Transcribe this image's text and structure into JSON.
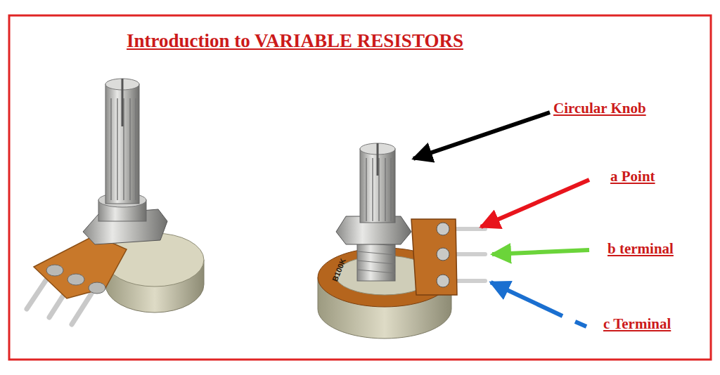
{
  "diagram": {
    "title": "Introduction to VARIABLE RESISTORS",
    "labels": [
      "Circular Knob",
      "a Point",
      "b terminal",
      "c Terminal",
      "B100K"
    ]
  }
}
